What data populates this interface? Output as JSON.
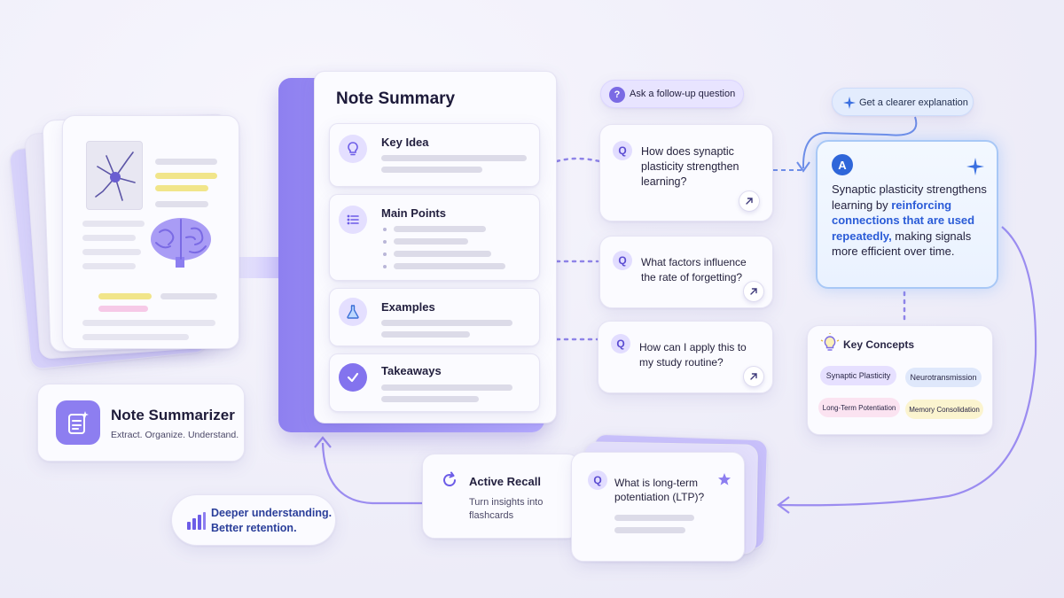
{
  "summary": {
    "title": "Note Summary",
    "sections": [
      {
        "label": "Key Idea",
        "icon": "lightbulb-icon"
      },
      {
        "label": "Main Points",
        "icon": "list-icon"
      },
      {
        "label": "Examples",
        "icon": "flask-icon"
      },
      {
        "label": "Takeaways",
        "icon": "check-icon"
      }
    ]
  },
  "followup": {
    "label": "Ask a follow-up question",
    "icon": "question-icon"
  },
  "questions": [
    {
      "badge": "Q",
      "text": "How does synaptic plasticity strengthen learning?"
    },
    {
      "badge": "Q",
      "text": "What factors influence the rate of forgetting?"
    },
    {
      "badge": "Q",
      "text": "How can I apply this to my study routine?"
    }
  ],
  "clearer": {
    "label": "Get a clearer explanation",
    "icon": "sparkle-icon"
  },
  "answer": {
    "badge": "A",
    "text_before": "Synaptic plasticity strengthens learning by ",
    "highlight": "reinforcing connections that are used repeatedly,",
    "text_after": " making signals more efficient over time."
  },
  "concepts": {
    "title": "Key Concepts",
    "tags": [
      {
        "label": "Synaptic Plasticity",
        "color": "#e6e0ff"
      },
      {
        "label": "Neurotransmission",
        "color": "#dfe8fb"
      },
      {
        "label": "Long-Term Potentiation",
        "color": "#fbe3f1"
      },
      {
        "label": "Memory Consolidation",
        "color": "#fbf4cf"
      }
    ]
  },
  "app": {
    "name": "Note Summarizer",
    "tagline": "Extract. Organize. Understand."
  },
  "benefit": {
    "line1": "Deeper understanding.",
    "line2": "Better retention."
  },
  "recall": {
    "title": "Active Recall",
    "subtitle": "Turn insights into flashcards"
  },
  "flashcard": {
    "badge": "Q",
    "text": "What is long-term potentiation (LTP)?"
  },
  "colors": {
    "accent": "#6c5ce7",
    "accent_light": "#e4dfff",
    "answer_blue": "#2a5bd7"
  }
}
